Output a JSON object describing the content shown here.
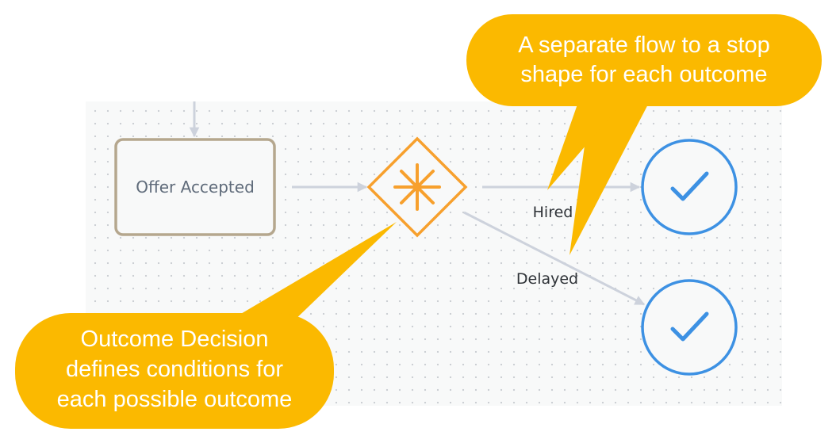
{
  "nodes": {
    "offer_accepted": {
      "label": "Offer Accepted"
    },
    "outcome_decision": {
      "icon": "asterisk-icon"
    },
    "stop_hired": {
      "icon": "checkmark-icon"
    },
    "stop_delayed": {
      "icon": "checkmark-icon"
    }
  },
  "edges": {
    "hired": {
      "label": "Hired"
    },
    "delayed": {
      "label": "Delayed"
    }
  },
  "callouts": {
    "top": {
      "lines": [
        "A separate flow to a stop",
        "shape for each outcome"
      ]
    },
    "bottom": {
      "lines": [
        "Outcome Decision",
        "defines conditions for",
        "each possible outcome"
      ]
    }
  },
  "colors": {
    "callout": "#fbb900",
    "decision": "#f7a02d",
    "stop": "#3d91e3",
    "task_border": "#b5a78e",
    "connector": "#cdd2dc"
  }
}
